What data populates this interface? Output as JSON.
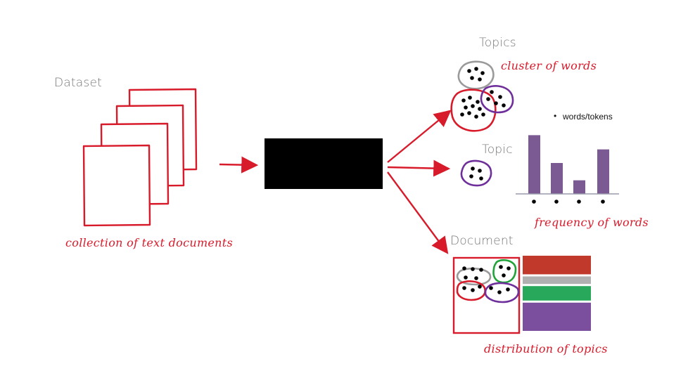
{
  "labels": {
    "dataset": "Dataset",
    "topics": "Topics",
    "topic": "Topic",
    "document": "Document"
  },
  "annotations": {
    "collection": "collection of text documents",
    "cluster": "cluster of words",
    "frequency": "frequency of words",
    "distribution": "distribution of topics"
  },
  "legend": {
    "bullet": "•",
    "words": "words/tokens"
  },
  "frequency_bars": [
    0.95,
    0.5,
    0.22,
    0.72
  ],
  "topic_distribution": [
    {
      "color": "#c0392b",
      "share": 0.27
    },
    {
      "color": "#b0b0b0",
      "share": 0.11
    },
    {
      "color": "#27a85b",
      "share": 0.21
    },
    {
      "color": "#7b4f9d",
      "share": 0.41
    }
  ],
  "colors": {
    "accent": "#d81b2b",
    "black": "#000000",
    "gray": "#9a9a9a",
    "purple": "#6e2f9b",
    "green": "#21a33a",
    "bar": "#7b5a93"
  }
}
